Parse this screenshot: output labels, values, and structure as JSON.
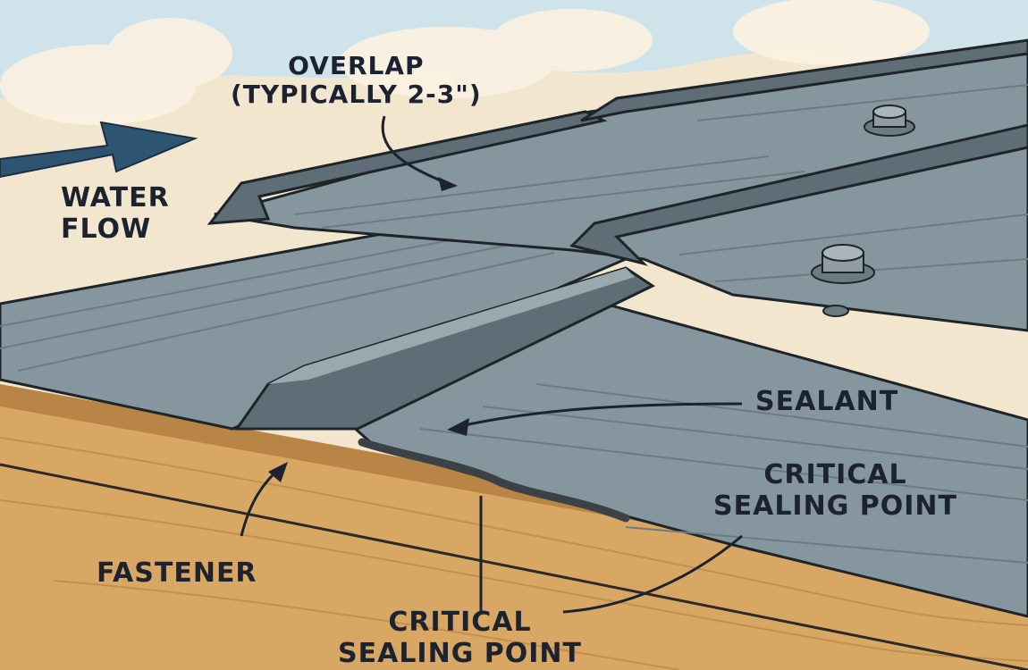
{
  "labels": {
    "water_flow": [
      "WATER",
      "FLOW"
    ],
    "overlap": [
      "OVERLAP",
      "(TYPICALLY 2-3\")"
    ],
    "sealant": "SEALANT",
    "critical_sealing_point_right": [
      "CRITICAL",
      "SEALING POINT"
    ],
    "fastener": "FASTENER",
    "critical_sealing_point_bottom": [
      "CRITICAL",
      "SEALING POINT"
    ]
  },
  "colors": {
    "sky": "#cfe3ea",
    "background": "#f3e6cf",
    "metal_top": "#86969e",
    "metal_side": "#5f6e76",
    "wood": "#d9a764",
    "arrow_blue": "#2d5470",
    "text": "#1c2230"
  }
}
